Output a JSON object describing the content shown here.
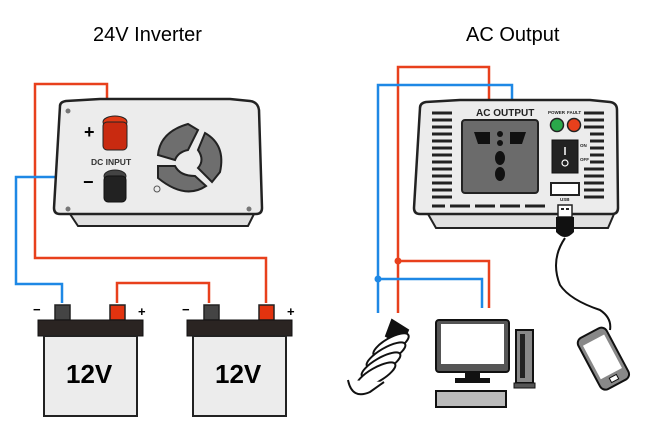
{
  "left_panel": {
    "title": "24V Inverter",
    "inverter": {
      "label": "DC INPUT",
      "plus_sign": "+",
      "minus_sign": "−"
    },
    "batteries": [
      {
        "voltage": "12V",
        "minus": "−",
        "plus": "+"
      },
      {
        "voltage": "12V",
        "minus": "−",
        "plus": "+"
      }
    ]
  },
  "right_panel": {
    "title": "AC Output",
    "inverter": {
      "label": "AC OUTPUT",
      "power_label": "POWER",
      "fault_label": "FAULT",
      "on_label": "ON",
      "off_label": "OFF",
      "usb_label": "USB"
    },
    "loads": [
      "light-bulb",
      "desktop-computer",
      "smartphone"
    ]
  },
  "colors": {
    "positive_wire": "#e8401c",
    "negative_wire": "#1e88e5",
    "power_led": "#2aa84a",
    "fault_led": "#e8401c",
    "body": "#ececec",
    "outline": "#222222"
  }
}
